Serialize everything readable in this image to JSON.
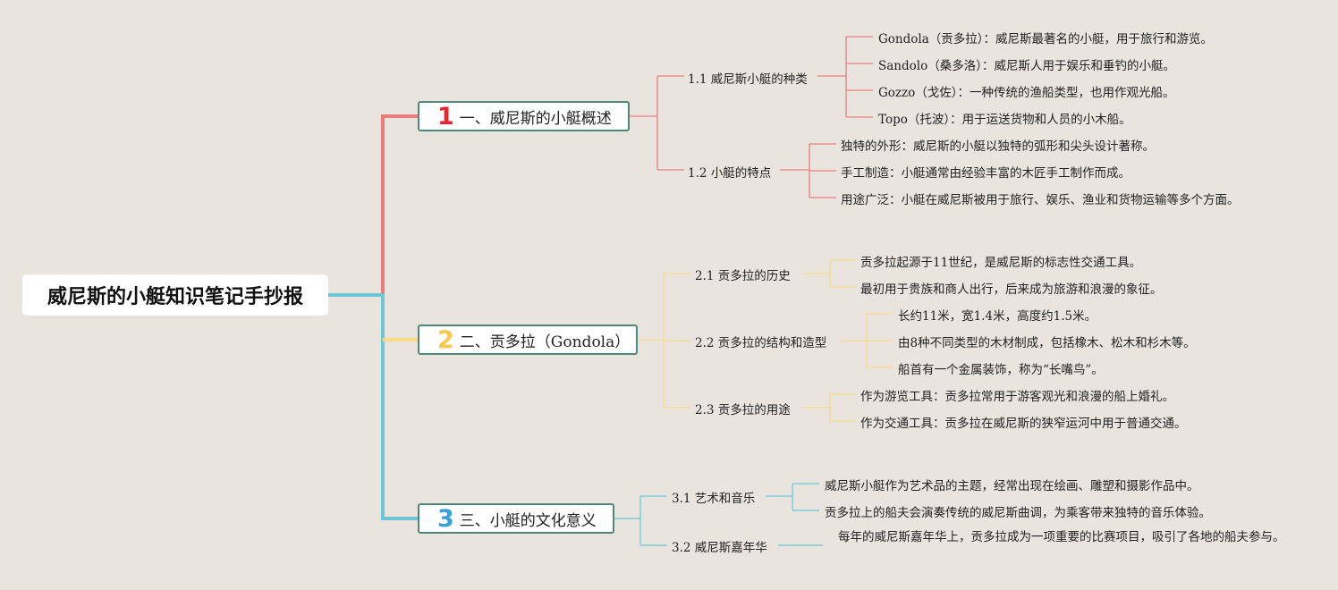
{
  "title": "威尼斯的小艇知识笔记手抄报",
  "colors": {
    "background": "#e9e5de",
    "branch_red": "#ea7d7d",
    "branch_yellow": "#f8d98a",
    "branch_blue": "#6cc8d8",
    "num_red": "#e8232e",
    "num_yellow": "#f6c94c",
    "num_blue": "#3aa0d8",
    "box_border": "#4f8a78"
  },
  "sections": [
    {
      "num": "1",
      "label": "一、威尼斯的小艇概述",
      "color": "#ea7d7d",
      "subs": [
        {
          "label": "1.1 威尼斯小艇的种类",
          "items": [
            "Gondola（贡多拉）：威尼斯最著名的小艇，用于旅行和游览。",
            "Sandolo（桑多洛）：威尼斯人用于娱乐和垂钓的小艇。",
            "Gozzo（戈佐）：一种传统的渔船类型，也用作观光船。",
            "Topo（托波）：用于运送货物和人员的小木船。"
          ]
        },
        {
          "label": "1.2 小艇的特点",
          "items": [
            "独特的外形：威尼斯的小艇以独特的弧形和尖头设计著称。",
            "手工制造：小艇通常由经验丰富的木匠手工制作而成。",
            "用途广泛：小艇在威尼斯被用于旅行、娱乐、渔业和货物运输等多个方面。"
          ]
        }
      ]
    },
    {
      "num": "2",
      "label": "二、贡多拉（Gondola）",
      "color": "#f8d98a",
      "subs": [
        {
          "label": "2.1 贡多拉的历史",
          "items": [
            "贡多拉起源于11世纪，是威尼斯的标志性交通工具。",
            "最初用于贵族和商人出行，后来成为旅游和浪漫的象征。"
          ]
        },
        {
          "label": "2.2 贡多拉的结构和造型",
          "items": [
            "长约11米，宽1.4米，高度约1.5米。",
            "由8种不同类型的木材制成，包括橡木、松木和杉木等。",
            "船首有一个金属装饰，称为“长嘴鸟”。"
          ]
        },
        {
          "label": "2.3 贡多拉的用途",
          "items": [
            "作为游览工具：贡多拉常用于游客观光和浪漫的船上婚礼。",
            "作为交通工具：贡多拉在威尼斯的狭窄运河中用于普通交通。"
          ]
        }
      ]
    },
    {
      "num": "3",
      "label": "三、小艇的文化意义",
      "color": "#6cc8d8",
      "subs": [
        {
          "label": "3.1 艺术和音乐",
          "items": [
            "威尼斯小艇作为艺术品的主题，经常出现在绘画、雕塑和摄影作品中。",
            "贡多拉上的船夫会演奏传统的威尼斯曲调，为乘客带来独特的音乐体验。"
          ]
        },
        {
          "label": "3.2 威尼斯嘉年华",
          "items": [
            "每年的威尼斯嘉年华上，贡多拉成为一项重要的比赛项目，吸引了各地的船夫参与。"
          ]
        }
      ]
    }
  ]
}
